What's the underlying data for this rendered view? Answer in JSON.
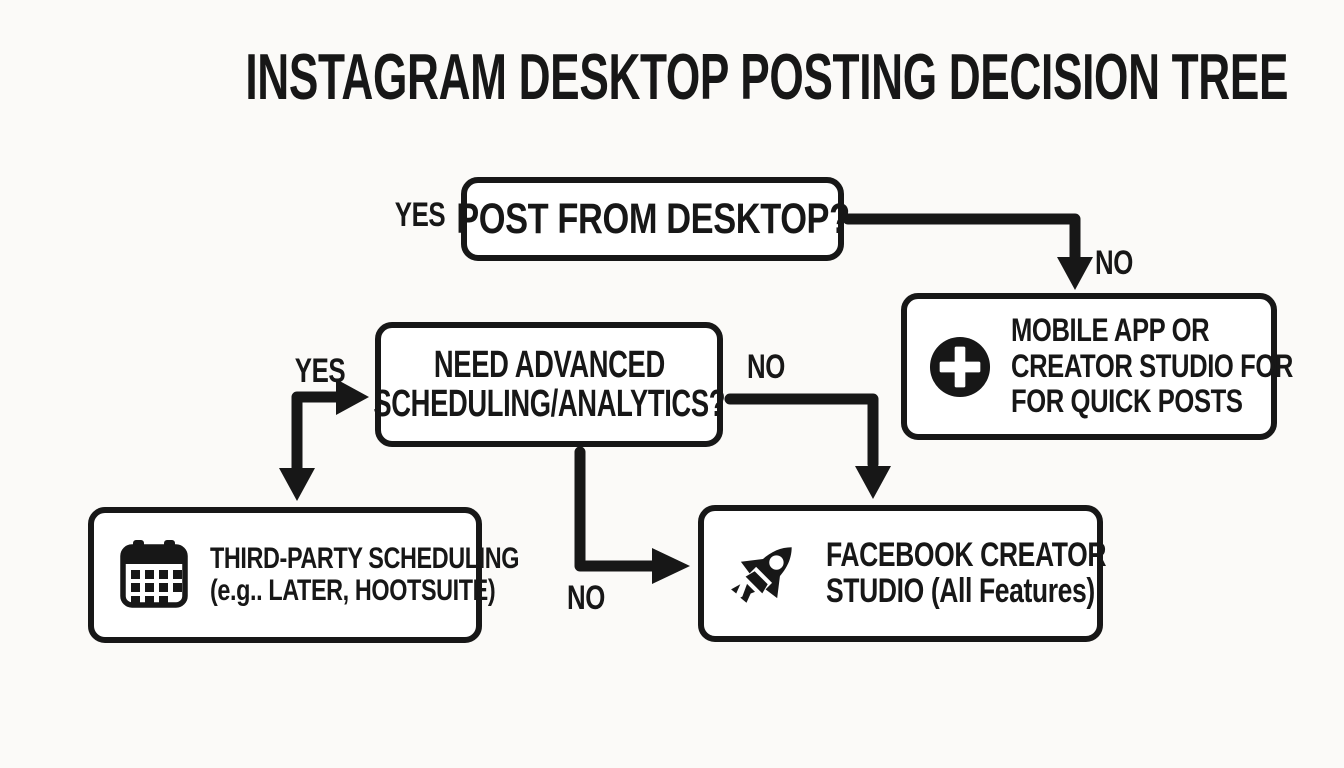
{
  "title": "INSTAGRAM DESKTOP POSTING DECISION TREE",
  "colors": {
    "background": "#fbfaf8",
    "ink": "#171717",
    "node_fill": "#ffffff"
  },
  "nodes": {
    "root": {
      "label": "POST FROM DESKTOP?"
    },
    "mobile_app": {
      "icon": "plus-circle-icon",
      "lines": [
        "MOBILE APP OR",
        "CREATOR STUDIO FOR",
        "FOR QUICK POSTS"
      ]
    },
    "advanced": {
      "lines": [
        "NEED ADVANCED",
        "SCHEDULING/ANALYTICS?"
      ]
    },
    "third_party": {
      "icon": "calendar-icon",
      "lines": [
        "THIRD-PARTY SCHEDULING",
        "(e.g.. LATER, HOOTSUITE)"
      ]
    },
    "creator_studio": {
      "icon": "rocket-icon",
      "lines": [
        "FACEBOOK CREATOR",
        "STUDIO (All Features)"
      ]
    }
  },
  "edge_labels": {
    "root_yes": "YES",
    "root_no": "NO",
    "advanced_yes": "YES",
    "advanced_no_right": "NO",
    "advanced_no_down": "NO"
  }
}
